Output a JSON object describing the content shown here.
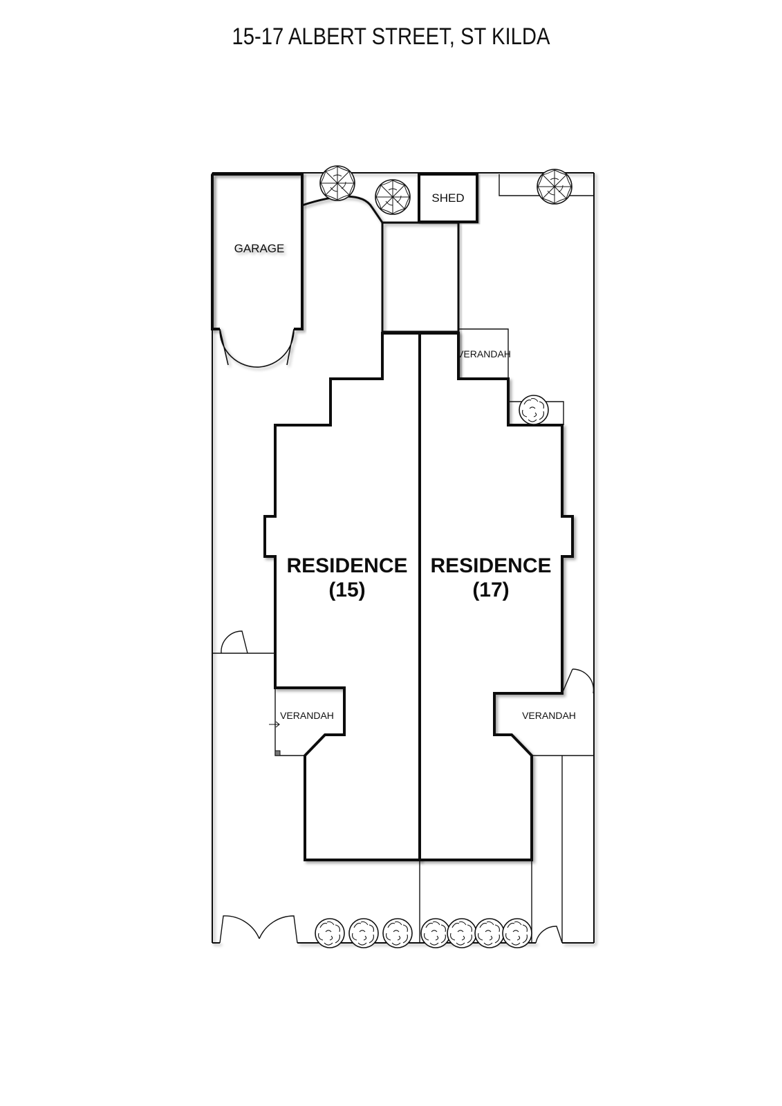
{
  "title": "15-17 ALBERT STREET, ST KILDA",
  "labels": {
    "garage": "GARAGE",
    "shed": "SHED",
    "verandah_top": "VERANDAH",
    "verandah_left": "VERANDAH",
    "verandah_right": "VERANDAH",
    "residence_15_name": "RESIDENCE",
    "residence_15_num": "(15)",
    "residence_17_name": "RESIDENCE",
    "residence_17_num": "(17)"
  },
  "colors": {
    "line": "#111111",
    "background": "#ffffff"
  }
}
